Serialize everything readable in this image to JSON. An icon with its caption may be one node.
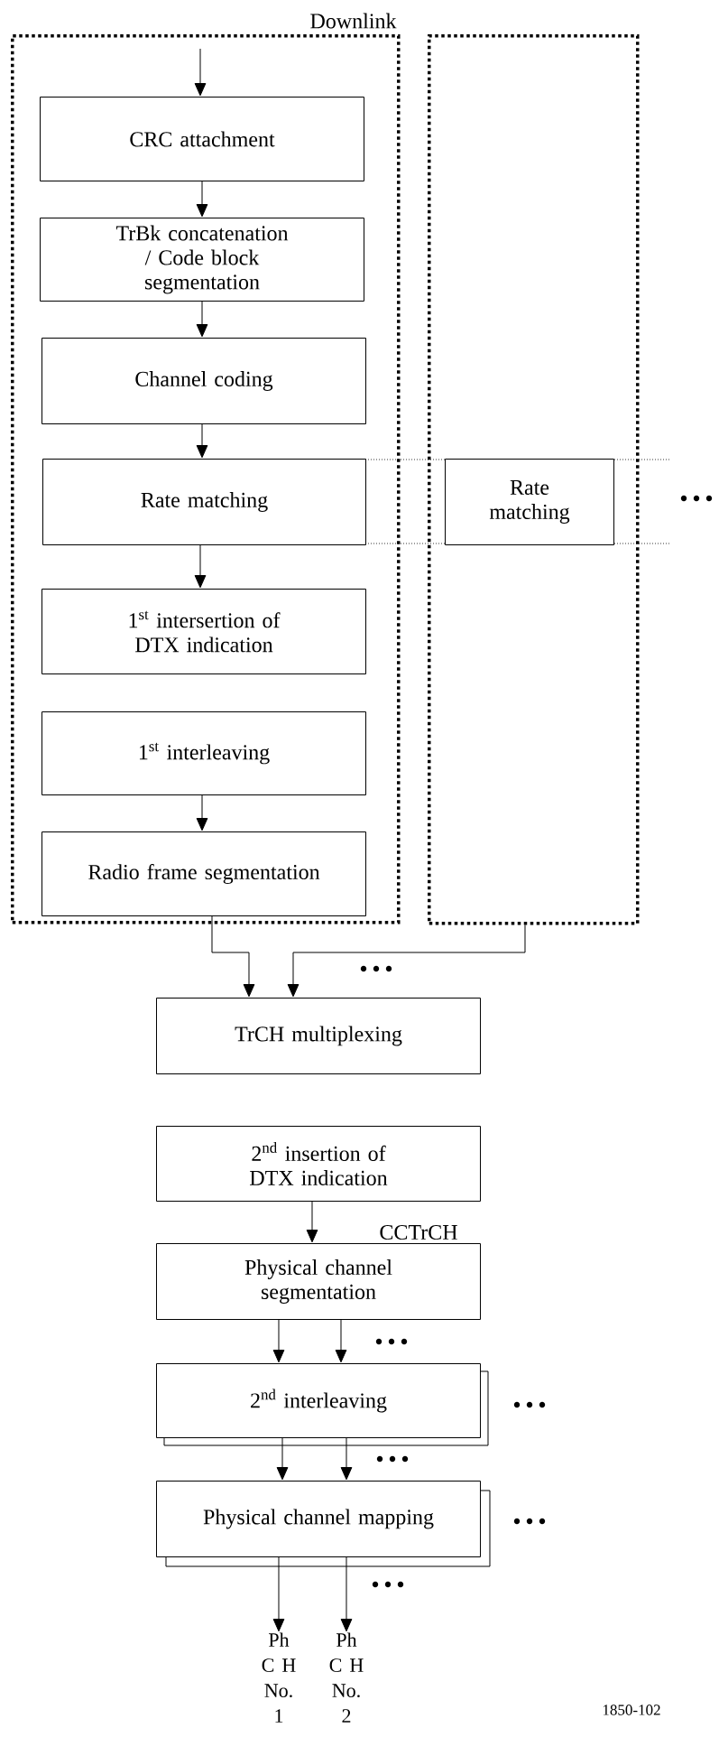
{
  "diagram": {
    "nodes": [
      {
        "text": [
          "Downlink"
        ]
      },
      {
        "text": [],
        "shape": "box"
      },
      {
        "text": [
          "CRC attachment"
        ],
        "in": 0
      },
      {
        "text": [
          "TrBk concatenation / Code block segmentation"
        ],
        "in": 0
      },
      {
        "text": [
          "Channel coding"
        ],
        "in": 0
      },
      {
        "text": [
          "Rate matching"
        ],
        "in": 0
      },
      {
        "text": [
          "1$^{st}$ intersertion of DTX indication"
        ],
        "in": 0
      },
      {
        "text": [
          "1$^{st}$ interleaving"
        ],
        "in": 0
      },
      {
        "text": [
          "Radio frame segmentation"
        ],
        "in": 0
      },
      {
        "text": [
          "Rate matching"
        ],
        "in": 1
      },
      {
        "text": [
          "TrCH multiplexing"
        ]
      },
      {
        "text": [
          "2$^{nd}$ insertion of DTX indication"
        ]
      },
      {
        "text": [
          "Physical channel segmentation"
        ]
      },
      {
        "text": [
          "2$^{nd}$ interleaving"
        ]
      },
      {
        "text": [
          "Physical channel mapping"
        ]
      },
      {
        "text": [
          "Ph C H No. 1"
        ]
      },
      {
        "text": [
          "Ph C H No. 2"
        ]
      }
    ],
    "edges": [
      {
        "from": null,
        "to": 2,
        "arrow": "to"
      },
      {
        "from": 2,
        "to": 3,
        "arrow": "to"
      },
      {
        "from": 3,
        "to": 4,
        "arrow": "to"
      },
      {
        "from": 4,
        "to": 5,
        "arrow": "to"
      },
      {
        "from": 5,
        "to": 6,
        "arrow": "to"
      },
      {
        "from": 7,
        "to": 8,
        "arrow": "to"
      },
      {
        "from": 8,
        "to": 10,
        "arrow": "to"
      },
      {
        "from": 1,
        "to": 10,
        "arrow": "to"
      },
      {
        "from": 11,
        "to": 12,
        "arrow": "to"
      },
      {
        "from": 12,
        "to": 13,
        "arrow": "to"
      },
      {
        "from": 12,
        "to": 13,
        "arrow": "to"
      },
      {
        "from": 13,
        "to": 14,
        "arrow": "to"
      },
      {
        "from": 13,
        "to": 14,
        "arrow": "to"
      },
      {
        "from": 14,
        "to": 15,
        "arrow": "to"
      },
      {
        "from": 14,
        "to": 16,
        "arrow": "to"
      }
    ],
    "labels": [
      "CCTrCH",
      "1850-102"
    ]
  }
}
